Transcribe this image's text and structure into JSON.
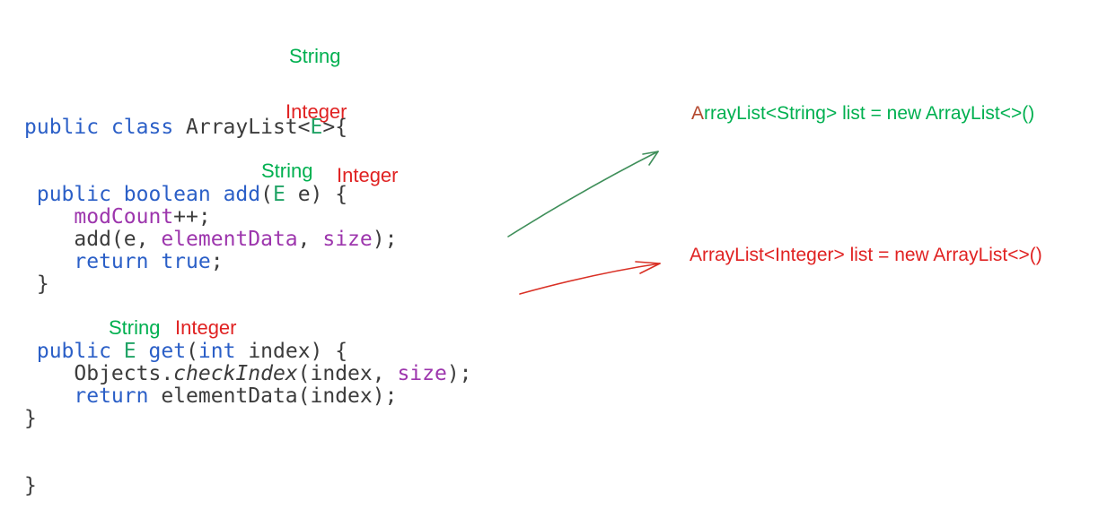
{
  "annotations": {
    "class_type_param": {
      "string_label": "String",
      "integer_label": "Integer"
    },
    "add_param": {
      "string_label": "String",
      "integer_label": "Integer"
    },
    "get_return": {
      "string_label": "String",
      "integer_label": "Integer"
    }
  },
  "examples": {
    "string_instantiation": {
      "text": "ArrayList<String> list = new ArrayList<>()",
      "tokens": [
        [
          "A",
          "ra"
        ],
        [
          "rrayList<String> list = new ArrayList<>()",
          "grn"
        ]
      ]
    },
    "integer_instantiation": {
      "text": "ArrayList<Integer> list = new ArrayList<>()"
    }
  },
  "code": {
    "lines": [
      [
        [
          "public class ",
          "kw"
        ],
        [
          "ArrayList<",
          "pln"
        ],
        [
          "E",
          "tp"
        ],
        [
          ">{",
          "pln"
        ]
      ],
      [],
      [],
      [
        [
          " ",
          "pln"
        ],
        [
          "public boolean ",
          "kw"
        ],
        [
          "add",
          "mth"
        ],
        [
          "(",
          "pln"
        ],
        [
          "E",
          "tp"
        ],
        [
          " e) {",
          "pln"
        ]
      ],
      [
        [
          "    ",
          "pln"
        ],
        [
          "modCount",
          "fld"
        ],
        [
          "++;",
          "pln"
        ]
      ],
      [
        [
          "    add(e, ",
          "pln"
        ],
        [
          "elementData",
          "fld"
        ],
        [
          ", ",
          "pln"
        ],
        [
          "size",
          "fld"
        ],
        [
          ");",
          "pln"
        ]
      ],
      [
        [
          "    ",
          "pln"
        ],
        [
          "return true",
          "kw"
        ],
        [
          ";",
          "pln"
        ]
      ],
      [
        [
          " }",
          "pln"
        ]
      ],
      [],
      [],
      [
        [
          " ",
          "pln"
        ],
        [
          "public ",
          "kw"
        ],
        [
          "E",
          "tp"
        ],
        [
          " ",
          "pln"
        ],
        [
          "get",
          "mth"
        ],
        [
          "(",
          "pln"
        ],
        [
          "int",
          "kw"
        ],
        [
          " index) {",
          "pln"
        ]
      ],
      [
        [
          "    Objects.",
          "pln"
        ],
        [
          "checkIndex",
          "itl"
        ],
        [
          "(index, ",
          "pln"
        ],
        [
          "size",
          "fld"
        ],
        [
          ");",
          "pln"
        ]
      ],
      [
        [
          "    ",
          "pln"
        ],
        [
          "return",
          "kw"
        ],
        [
          " elementData(index);",
          "pln"
        ]
      ],
      [
        [
          "}",
          "pln"
        ]
      ],
      [],
      [],
      [
        [
          "}",
          "pln"
        ]
      ]
    ]
  },
  "colors": {
    "green_text": "#00b050",
    "red_text": "#e02222",
    "keyword_blue": "#2b5fc7",
    "field_purple": "#9d36ad",
    "type_param_green": "#21a366",
    "code_text": "#3c3c3c",
    "arrow_green": "#3f8f5a",
    "arrow_red": "#d93025"
  }
}
